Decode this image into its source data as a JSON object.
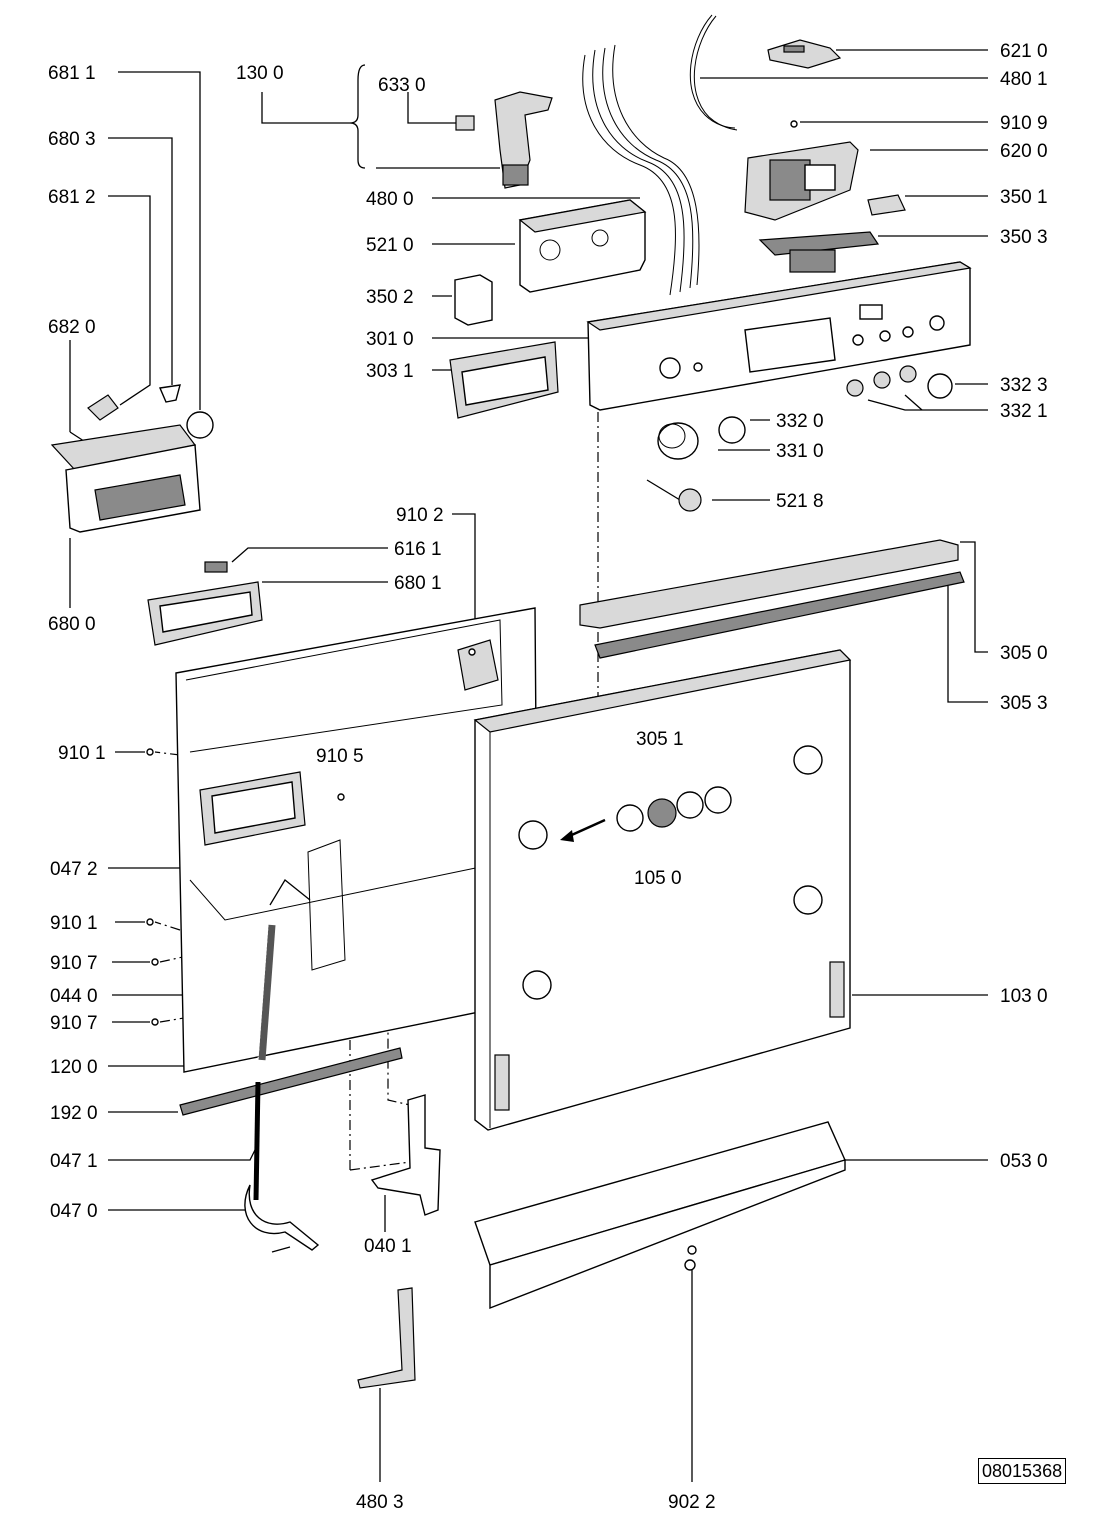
{
  "reference_code": "08015368",
  "callouts": [
    {
      "id": "681-1",
      "text": "681 1"
    },
    {
      "id": "130-0",
      "text": "130 0"
    },
    {
      "id": "633-0",
      "text": "633 0"
    },
    {
      "id": "680-3",
      "text": "680 3"
    },
    {
      "id": "681-2",
      "text": "681 2"
    },
    {
      "id": "480-0",
      "text": "480 0"
    },
    {
      "id": "521-0",
      "text": "521 0"
    },
    {
      "id": "350-2",
      "text": "350 2"
    },
    {
      "id": "682-0",
      "text": "682 0"
    },
    {
      "id": "301-0",
      "text": "301 0"
    },
    {
      "id": "303-1",
      "text": "303 1"
    },
    {
      "id": "621-0",
      "text": "621 0"
    },
    {
      "id": "480-1",
      "text": "480 1"
    },
    {
      "id": "910-9",
      "text": "910 9"
    },
    {
      "id": "620-0",
      "text": "620 0"
    },
    {
      "id": "350-1",
      "text": "350 1"
    },
    {
      "id": "350-3",
      "text": "350 3"
    },
    {
      "id": "332-3",
      "text": "332 3"
    },
    {
      "id": "332-1",
      "text": "332 1"
    },
    {
      "id": "332-0",
      "text": "332 0"
    },
    {
      "id": "331-0",
      "text": "331 0"
    },
    {
      "id": "521-8",
      "text": "521 8"
    },
    {
      "id": "910-2",
      "text": "910 2"
    },
    {
      "id": "616-1",
      "text": "616 1"
    },
    {
      "id": "680-1",
      "text": "680 1"
    },
    {
      "id": "680-0",
      "text": "680 0"
    },
    {
      "id": "305-0",
      "text": "305 0"
    },
    {
      "id": "305-3",
      "text": "305 3"
    },
    {
      "id": "305-1",
      "text": "305 1"
    },
    {
      "id": "910-1a",
      "text": "910 1"
    },
    {
      "id": "910-5",
      "text": "910 5"
    },
    {
      "id": "105-0",
      "text": "105 0"
    },
    {
      "id": "047-2",
      "text": "047 2"
    },
    {
      "id": "910-1b",
      "text": "910 1"
    },
    {
      "id": "910-7a",
      "text": "910 7"
    },
    {
      "id": "044-0",
      "text": "044 0"
    },
    {
      "id": "103-0",
      "text": "103 0"
    },
    {
      "id": "910-7b",
      "text": "910 7"
    },
    {
      "id": "120-0",
      "text": "120 0"
    },
    {
      "id": "192-0",
      "text": "192 0"
    },
    {
      "id": "047-1",
      "text": "047 1"
    },
    {
      "id": "053-0",
      "text": "053 0"
    },
    {
      "id": "047-0",
      "text": "047 0"
    },
    {
      "id": "040-1",
      "text": "040 1"
    },
    {
      "id": "480-3",
      "text": "480 3"
    },
    {
      "id": "902-2",
      "text": "902 2"
    }
  ]
}
